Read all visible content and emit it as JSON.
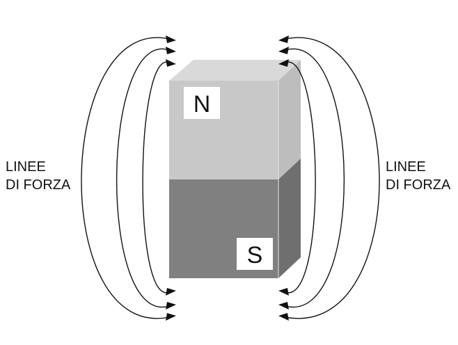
{
  "labels": {
    "left_line1": "LINEE",
    "left_line2": "DI FORZA",
    "right_line1": "LINEE",
    "right_line2": "DI FORZA"
  },
  "magnet": {
    "north_label": "N",
    "south_label": "S",
    "north_color": "#c8c8c8",
    "north_top_color": "#d9d9d9",
    "north_side_color": "#bdbdbd",
    "south_color": "#808080",
    "south_side_color": "#6f6f6f"
  },
  "field_lines": {
    "left_count": 3,
    "right_count": 3
  }
}
